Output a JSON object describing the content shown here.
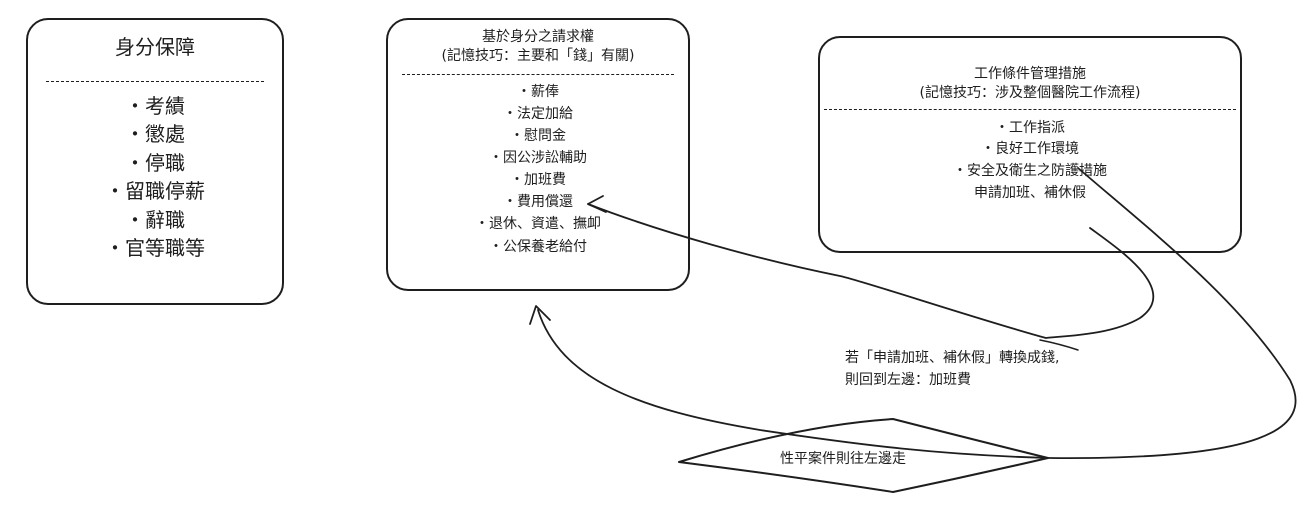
{
  "identity_box": {
    "title": "身分保障",
    "items": [
      "・考績",
      "・懲處",
      "・停職",
      "・留職停薪",
      "・辭職",
      "・官等職等"
    ]
  },
  "claims_box": {
    "title": "基於身分之請求權",
    "subtitle": "(記憶技巧：主要和「錢」有關)",
    "items": [
      "・薪俸",
      "・法定加給",
      "・慰問金",
      "・因公涉訟輔助",
      "・加班費",
      "・費用償還",
      "・退休、資遣、撫卹",
      "・公保養老給付"
    ]
  },
  "conditions_box": {
    "title": "工作條件管理措施",
    "subtitle": "(記憶技巧：涉及整個醫院工作流程)",
    "items": [
      "・工作指派",
      "・良好工作環境",
      "・安全及衛生之防護措施",
      "申請加班、補休假"
    ]
  },
  "note": {
    "line1": "若「申請加班、補休假」轉換成錢,",
    "line2": "則回到左邊：加班費"
  },
  "diamond": {
    "label": "性平案件則往左邊走"
  }
}
